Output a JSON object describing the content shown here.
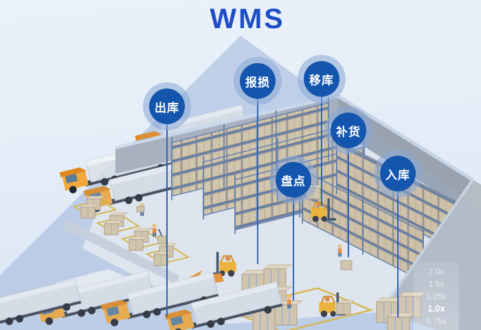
{
  "title": "WMS",
  "nodes": [
    {
      "label": "出库"
    },
    {
      "label": "报损"
    },
    {
      "label": "移库"
    },
    {
      "label": "补货"
    },
    {
      "label": "盘点"
    },
    {
      "label": "入库"
    }
  ],
  "speed_menu": {
    "options": [
      "2.0x",
      "1.5x",
      "1.25x",
      "1.0x",
      "0.75x"
    ],
    "selected": "1.0x"
  },
  "colors": {
    "title_blue": "#1d4ec5",
    "node_blue": "#1456ad",
    "node_halo": "#89a8d6",
    "connector_blue": "#2e64b5",
    "vehicle_yellow": "#f2a93b",
    "box_tan": "#d8c7a6",
    "wall_gray": "#a8b0bb"
  }
}
